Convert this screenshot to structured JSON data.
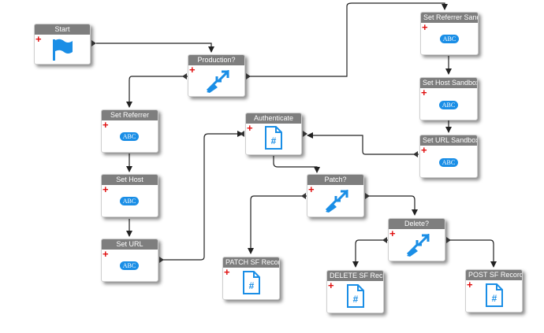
{
  "nodes": {
    "start": {
      "title": "Start",
      "icon": "flag-icon"
    },
    "production": {
      "title": "Production?",
      "icon": "decision-arrow-icon"
    },
    "set_referrer_sandbox": {
      "title": "Set Referrer Sandb",
      "icon": "abc-icon",
      "badge": "ABC"
    },
    "set_host_sandbox": {
      "title": "Set Host Sandbox",
      "icon": "abc-icon",
      "badge": "ABC"
    },
    "set_url_sandbox": {
      "title": "Set URL Sandbox",
      "icon": "abc-icon",
      "badge": "ABC"
    },
    "set_referrer": {
      "title": "Set Referrer",
      "icon": "abc-icon",
      "badge": "ABC"
    },
    "set_host": {
      "title": "Set Host",
      "icon": "abc-icon",
      "badge": "ABC"
    },
    "set_url": {
      "title": "Set URL",
      "icon": "abc-icon",
      "badge": "ABC"
    },
    "authenticate": {
      "title": "Authenticate",
      "icon": "script-document-icon"
    },
    "patch": {
      "title": "Patch?",
      "icon": "decision-arrow-icon"
    },
    "delete": {
      "title": "Delete?",
      "icon": "decision-arrow-icon"
    },
    "patch_sf_record": {
      "title": "PATCH SF Record",
      "icon": "script-document-icon"
    },
    "delete_sf_record": {
      "title": "DELETE SF Record",
      "icon": "script-document-icon"
    },
    "post_sf_record": {
      "title": "POST SF Record",
      "icon": "script-document-icon"
    }
  },
  "connections": [
    [
      "start",
      "production"
    ],
    [
      "production",
      "set_referrer_sandbox"
    ],
    [
      "production",
      "set_referrer"
    ],
    [
      "set_referrer_sandbox",
      "set_host_sandbox"
    ],
    [
      "set_host_sandbox",
      "set_url_sandbox"
    ],
    [
      "set_url_sandbox",
      "authenticate"
    ],
    [
      "set_referrer",
      "set_host"
    ],
    [
      "set_host",
      "set_url"
    ],
    [
      "set_url",
      "authenticate"
    ],
    [
      "authenticate",
      "patch"
    ],
    [
      "patch",
      "patch_sf_record"
    ],
    [
      "patch",
      "delete"
    ],
    [
      "delete",
      "delete_sf_record"
    ],
    [
      "delete",
      "post_sf_record"
    ]
  ],
  "colors": {
    "header": "#7e7e7e",
    "accent": "#1a8ee6",
    "plus": "#e01010",
    "wire": "#222222"
  }
}
